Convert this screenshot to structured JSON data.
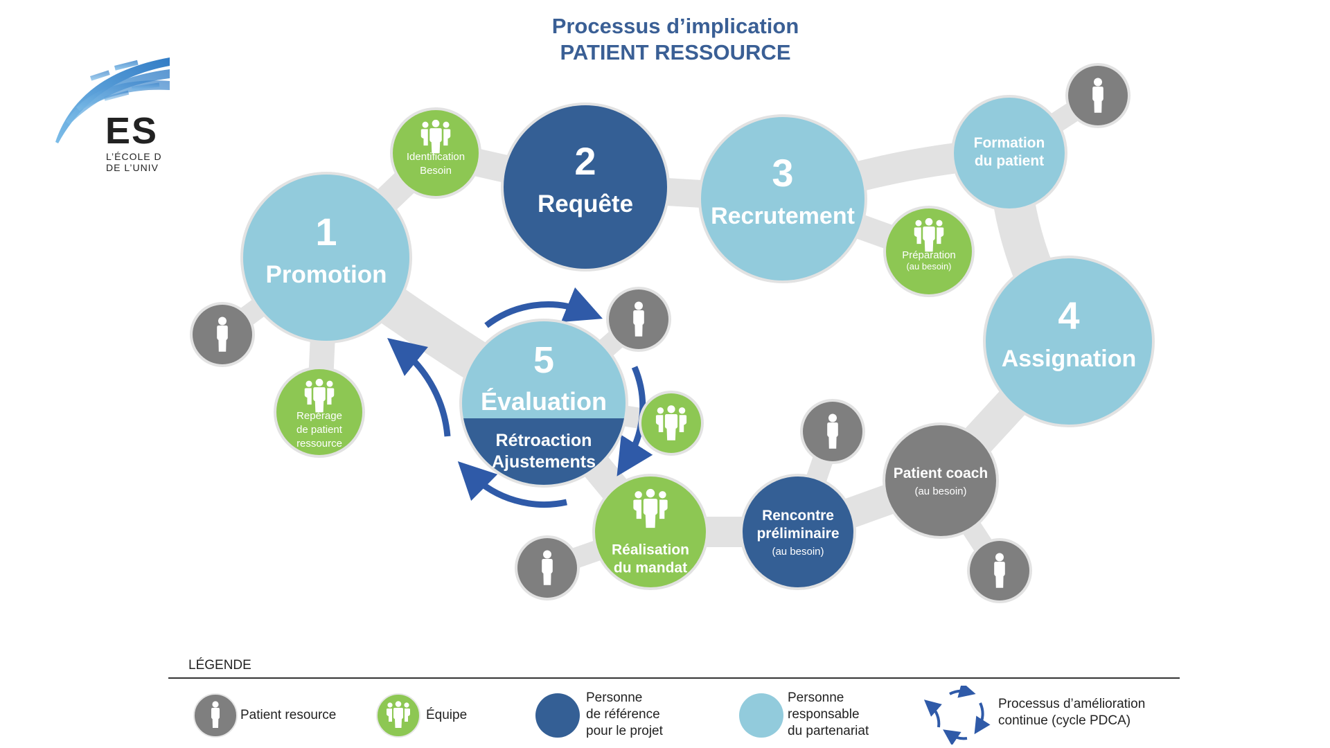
{
  "title": {
    "line1": "Processus d’implication",
    "line2": "PATIENT RESSOURCE",
    "color": "#3a5f95"
  },
  "logo": {
    "mark": "ES",
    "line1": "L’ÉCOLE D",
    "line2": "DE L’UNIV"
  },
  "colors": {
    "light_blue": "#92cbdc",
    "dark_blue": "#345f95",
    "green": "#8dc753",
    "gray": "#7f7f7f",
    "connector": "#e2e2e2",
    "arrow": "#2f5aa8"
  },
  "nodes": [
    {
      "id": "promotion",
      "type": "light_blue",
      "number": "1",
      "label": "Promotion"
    },
    {
      "id": "identification",
      "type": "green",
      "icon": "team-icon",
      "label": [
        "Identification",
        "Besoin"
      ]
    },
    {
      "id": "requete",
      "type": "dark_blue",
      "number": "2",
      "label": "Requête"
    },
    {
      "id": "recrutement",
      "type": "light_blue",
      "number": "3",
      "label": "Recrutement"
    },
    {
      "id": "formation",
      "type": "light_blue",
      "label": [
        "Formation",
        "du patient"
      ]
    },
    {
      "id": "patient-top-right",
      "type": "gray",
      "icon": "person-icon"
    },
    {
      "id": "preparation",
      "type": "green",
      "icon": "team-icon",
      "label": [
        "Préparation"
      ],
      "sublabel": "(au besoin)"
    },
    {
      "id": "assignation",
      "type": "light_blue",
      "number": "4",
      "label": "Assignation"
    },
    {
      "id": "patient-coach",
      "type": "gray",
      "label": [
        "Patient coach"
      ],
      "sublabel": "(au besoin)"
    },
    {
      "id": "patient-below-coach",
      "type": "gray",
      "icon": "person-icon"
    },
    {
      "id": "rencontre",
      "type": "dark_blue",
      "label": [
        "Rencontre",
        "préliminaire"
      ],
      "sublabel": "(au besoin)"
    },
    {
      "id": "patient-above-rencontre",
      "type": "gray",
      "icon": "person-icon"
    },
    {
      "id": "realisation",
      "type": "green",
      "icon": "team-icon",
      "label": [
        "Réalisation",
        "du mandat"
      ]
    },
    {
      "id": "patient-left-realisation",
      "type": "gray",
      "icon": "person-icon"
    },
    {
      "id": "team-right-evaluation",
      "type": "green",
      "icon": "team-icon"
    },
    {
      "id": "patient-top-evaluation",
      "type": "gray",
      "icon": "person-icon"
    },
    {
      "id": "evaluation",
      "type": "split",
      "number": "5",
      "label": "Évaluation",
      "lower_label": [
        "Rétroaction",
        "Ajustements"
      ]
    },
    {
      "id": "reperage",
      "type": "green",
      "icon": "team-icon",
      "label": [
        "Repérage",
        "de patient",
        "ressource"
      ]
    },
    {
      "id": "patient-left-promotion",
      "type": "gray",
      "icon": "person-icon"
    }
  ],
  "legend": {
    "title": "LÉGENDE",
    "items": [
      {
        "swatch": "gray",
        "icon": "person-icon",
        "label": [
          "Patient resource"
        ]
      },
      {
        "swatch": "green",
        "icon": "team-icon",
        "label": [
          "Équipe"
        ]
      },
      {
        "swatch": "dark_blue",
        "label": [
          "Personne",
          "de référence",
          "pour le projet"
        ]
      },
      {
        "swatch": "light_blue",
        "label": [
          "Personne",
          "responsable",
          "du partenariat"
        ]
      },
      {
        "swatch": "cycle",
        "icon": "cycle-arrows-icon",
        "label": [
          "Processus d’amélioration",
          "continue (cycle PDCA)"
        ]
      }
    ]
  }
}
